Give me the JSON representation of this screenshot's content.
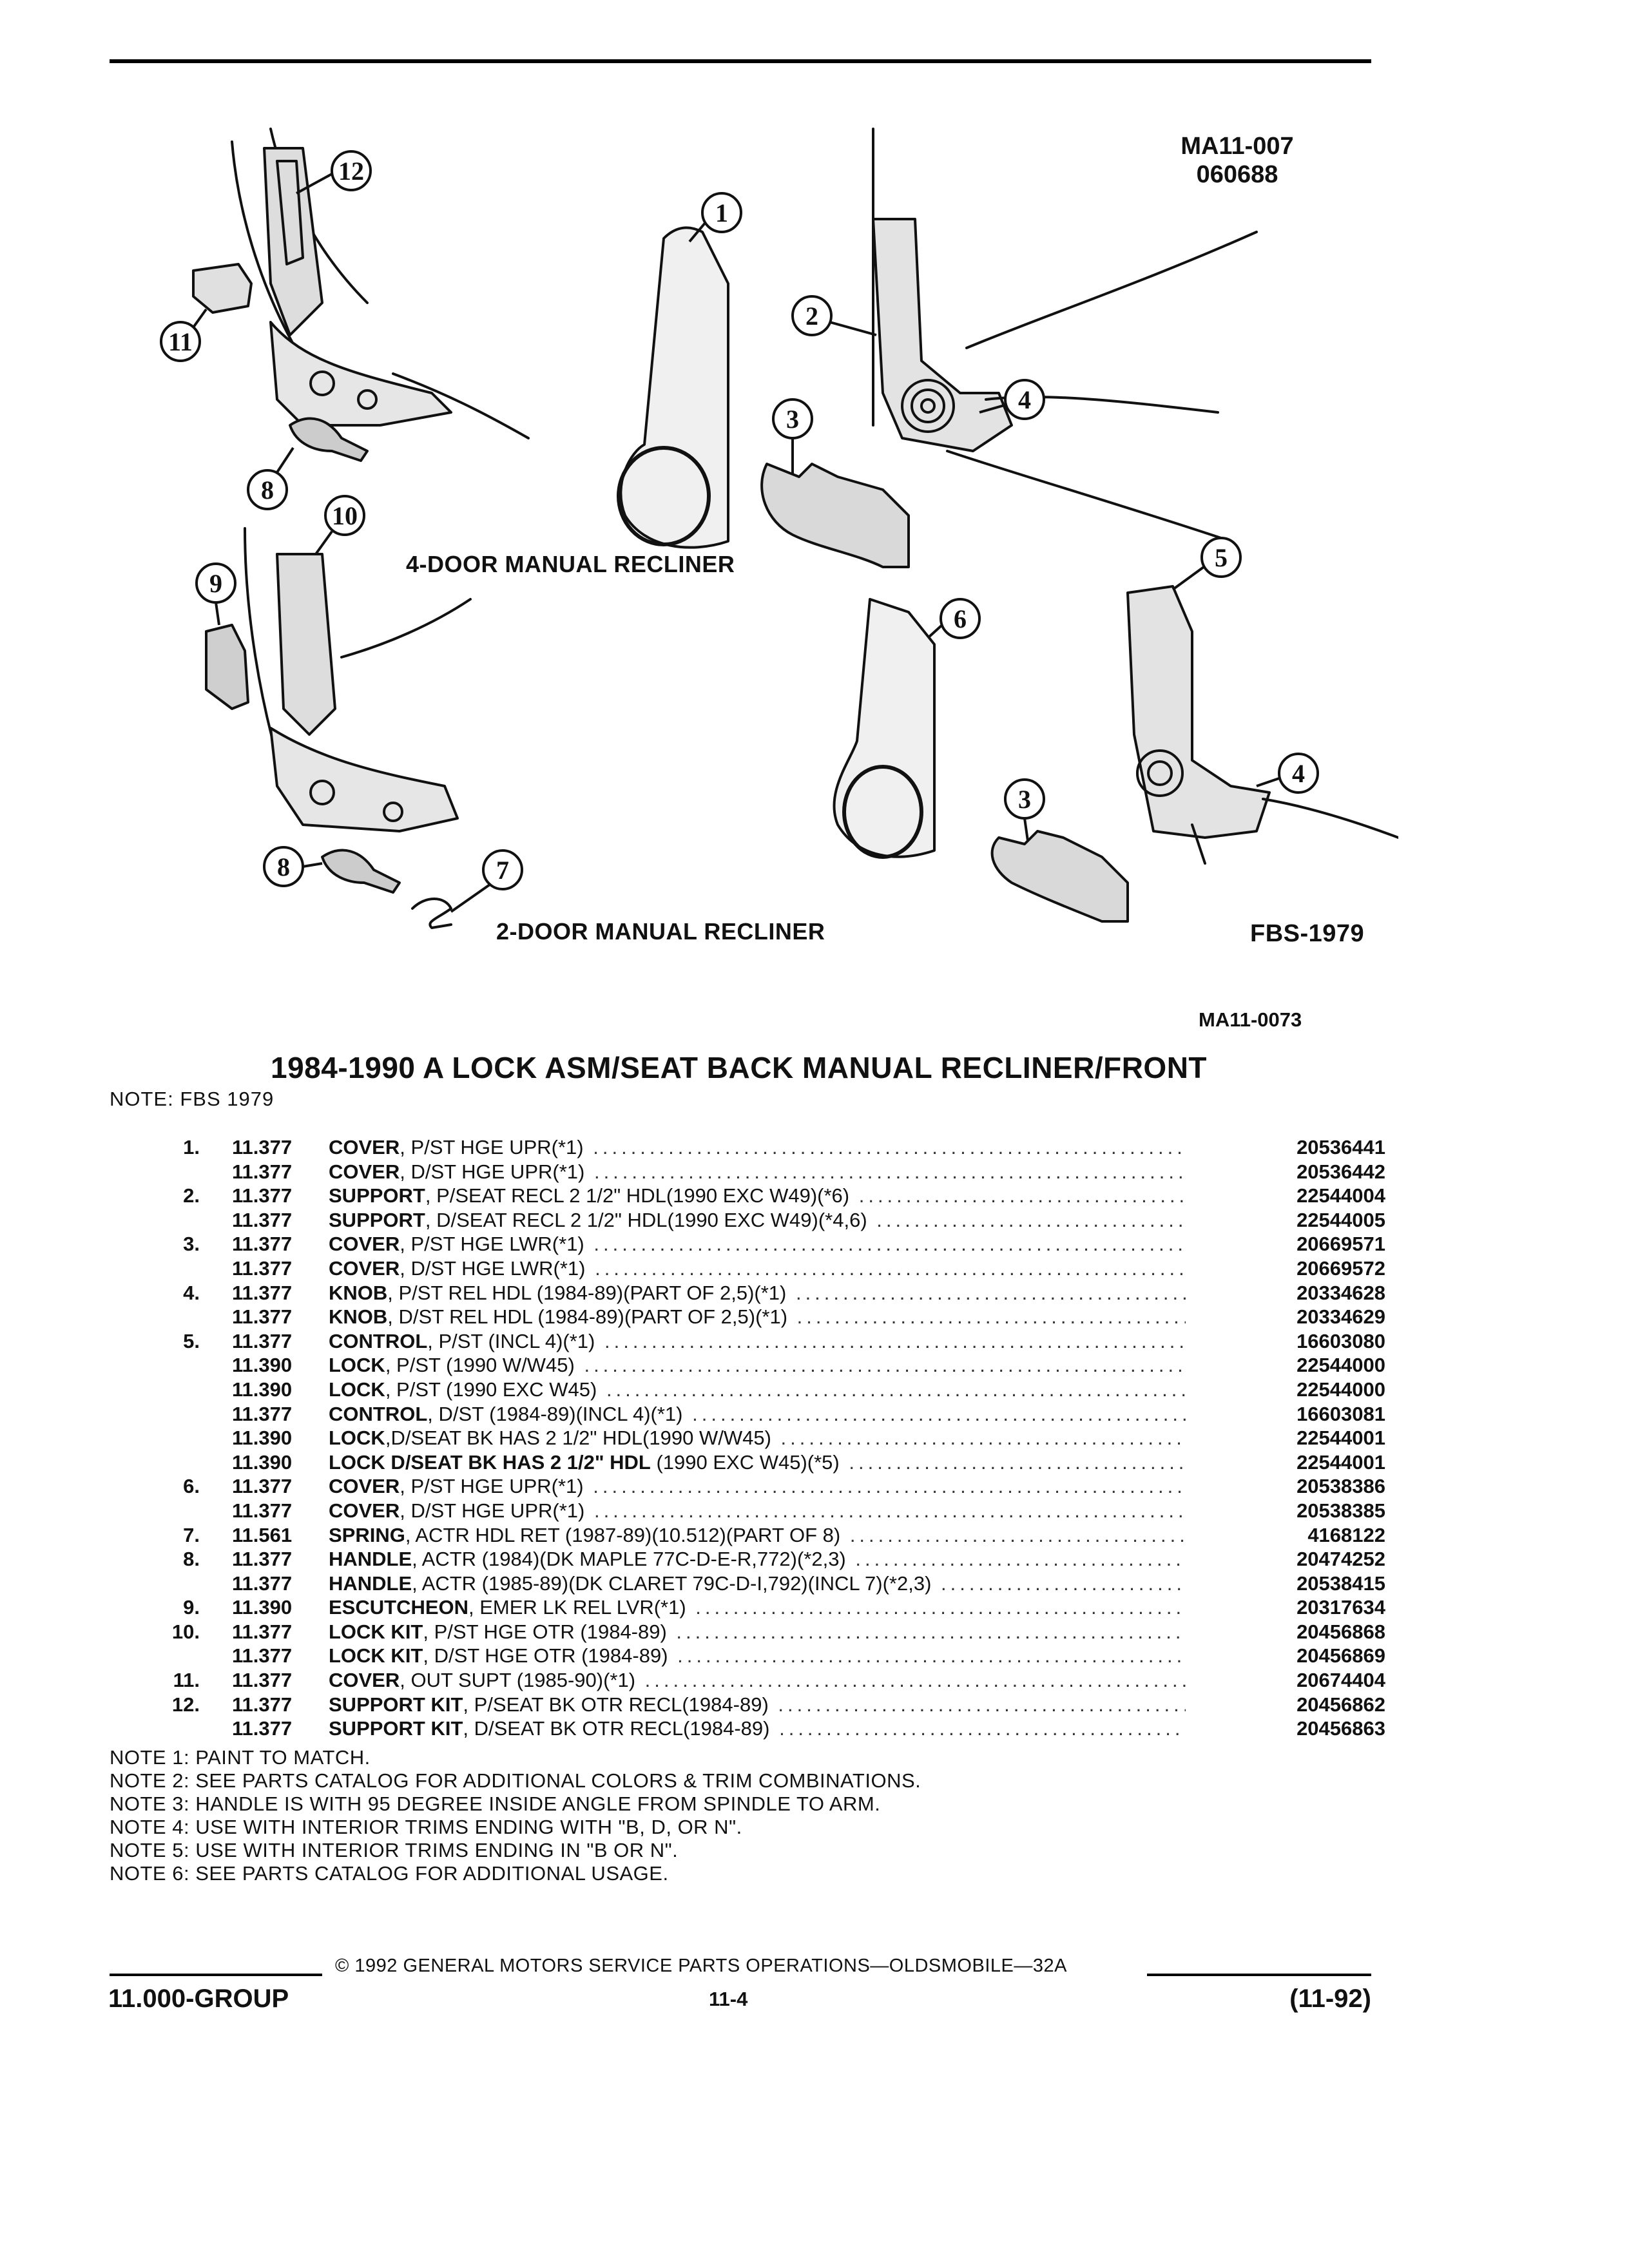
{
  "header": {
    "code_top": "MA11-007",
    "code_top2": "060688"
  },
  "diagram": {
    "label_4door": "4-DOOR MANUAL RECLINER",
    "label_2door": "2-DOOR MANUAL RECLINER",
    "fbs_code": "FBS-1979",
    "figure_code": "MA11-0073",
    "callouts": [
      "1",
      "2",
      "3",
      "4",
      "5",
      "6",
      "7",
      "8",
      "9",
      "10",
      "11",
      "12"
    ]
  },
  "title": "1984-1990 A LOCK ASM/SEAT BACK MANUAL RECLINER/FRONT",
  "note_fbs": "NOTE: FBS 1979",
  "parts": [
    {
      "num": "1.",
      "grp": "11.377",
      "name": "COVER",
      "desc": ", P/ST HGE UPR(*1)",
      "pn": "20536441"
    },
    {
      "num": "",
      "grp": "11.377",
      "name": "COVER",
      "desc": ", D/ST HGE UPR(*1)",
      "pn": "20536442"
    },
    {
      "num": "2.",
      "grp": "11.377",
      "name": "SUPPORT",
      "desc": ", P/SEAT RECL 2 1/2\" HDL(1990 EXC W49)(*6)",
      "pn": "22544004"
    },
    {
      "num": "",
      "grp": "11.377",
      "name": "SUPPORT",
      "desc": ", D/SEAT RECL 2 1/2\" HDL(1990 EXC W49)(*4,6)",
      "pn": "22544005"
    },
    {
      "num": "3.",
      "grp": "11.377",
      "name": "COVER",
      "desc": ", P/ST HGE LWR(*1)",
      "pn": "20669571"
    },
    {
      "num": "",
      "grp": "11.377",
      "name": "COVER",
      "desc": ", D/ST HGE LWR(*1)",
      "pn": "20669572"
    },
    {
      "num": "4.",
      "grp": "11.377",
      "name": "KNOB",
      "desc": ", P/ST REL HDL (1984-89)(PART OF 2,5)(*1)",
      "pn": "20334628"
    },
    {
      "num": "",
      "grp": "11.377",
      "name": "KNOB",
      "desc": ", D/ST REL HDL (1984-89)(PART OF 2,5)(*1)",
      "pn": "20334629"
    },
    {
      "num": "5.",
      "grp": "11.377",
      "name": "CONTROL",
      "desc": ", P/ST (INCL 4)(*1)",
      "pn": "16603080"
    },
    {
      "num": "",
      "grp": "11.390",
      "name": "LOCK",
      "desc": ", P/ST (1990 W/W45)",
      "pn": "22544000"
    },
    {
      "num": "",
      "grp": "11.390",
      "name": "LOCK",
      "desc": ", P/ST (1990 EXC W45)",
      "pn": "22544000"
    },
    {
      "num": "",
      "grp": "11.377",
      "name": "CONTROL",
      "desc": ", D/ST (1984-89)(INCL 4)(*1)",
      "pn": "16603081"
    },
    {
      "num": "",
      "grp": "11.390",
      "name": "LOCK",
      "desc": ",D/SEAT BK HAS 2 1/2\" HDL(1990 W/W45)",
      "pn": "22544001"
    },
    {
      "num": "",
      "grp": "11.390",
      "name": "LOCK D/SEAT BK HAS 2 1/2\" HDL",
      "desc": " (1990 EXC W45)(*5)",
      "pn": "22544001"
    },
    {
      "num": "6.",
      "grp": "11.377",
      "name": "COVER",
      "desc": ", P/ST HGE UPR(*1)",
      "pn": "20538386"
    },
    {
      "num": "",
      "grp": "11.377",
      "name": "COVER",
      "desc": ", D/ST HGE UPR(*1)",
      "pn": "20538385"
    },
    {
      "num": "7.",
      "grp": "11.561",
      "name": "SPRING",
      "desc": ", ACTR HDL RET (1987-89)(10.512)(PART OF 8)",
      "pn": "4168122"
    },
    {
      "num": "8.",
      "grp": "11.377",
      "name": "HANDLE",
      "desc": ", ACTR (1984)(DK MAPLE 77C-D-E-R,772)(*2,3)",
      "pn": "20474252"
    },
    {
      "num": "",
      "grp": "11.377",
      "name": "HANDLE",
      "desc": ", ACTR (1985-89)(DK CLARET 79C-D-I,792)(INCL 7)(*2,3)",
      "pn": "20538415"
    },
    {
      "num": "9.",
      "grp": "11.390",
      "name": "ESCUTCHEON",
      "desc": ", EMER LK REL LVR(*1)",
      "pn": "20317634"
    },
    {
      "num": "10.",
      "grp": "11.377",
      "name": "LOCK KIT",
      "desc": ", P/ST HGE OTR (1984-89)",
      "pn": "20456868"
    },
    {
      "num": "",
      "grp": "11.377",
      "name": "LOCK KIT",
      "desc": ", D/ST HGE OTR (1984-89)",
      "pn": "20456869"
    },
    {
      "num": "11.",
      "grp": "11.377",
      "name": "COVER",
      "desc": ", OUT SUPT (1985-90)(*1)",
      "pn": "20674404"
    },
    {
      "num": "12.",
      "grp": "11.377",
      "name": "SUPPORT KIT",
      "desc": ", P/SEAT BK OTR RECL(1984-89)",
      "pn": "20456862"
    },
    {
      "num": "",
      "grp": "11.377",
      "name": "SUPPORT KIT",
      "desc": ", D/SEAT BK OTR RECL(1984-89)",
      "pn": "20456863"
    }
  ],
  "notes": [
    "NOTE 1: PAINT TO MATCH.",
    "NOTE 2: SEE PARTS CATALOG FOR ADDITIONAL COLORS & TRIM COMBINATIONS.",
    "NOTE 3: HANDLE IS WITH 95 DEGREE INSIDE ANGLE FROM SPINDLE TO ARM.",
    "NOTE 4: USE WITH INTERIOR TRIMS ENDING WITH \"B, D, OR N\".",
    "NOTE 5: USE WITH INTERIOR TRIMS ENDING IN \"B OR N\".",
    "NOTE 6: SEE PARTS CATALOG FOR ADDITIONAL USAGE."
  ],
  "footer": {
    "group": "11.000-GROUP",
    "copyright": "© 1992 GENERAL MOTORS SERVICE PARTS OPERATIONS—OLDSMOBILE—32A",
    "page": "11-4",
    "date": "(11-92)"
  }
}
